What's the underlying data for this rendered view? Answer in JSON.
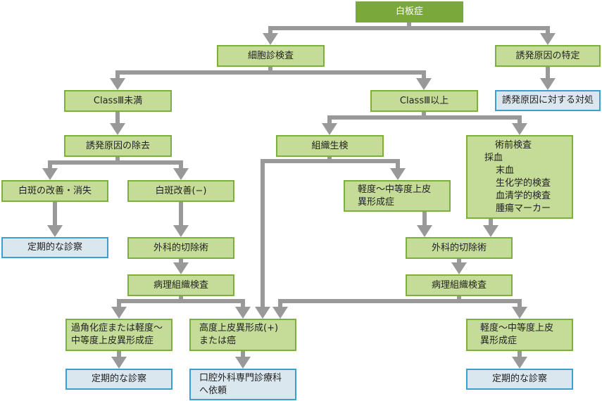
{
  "diagram": {
    "title": "白板症",
    "colors": {
      "root_fill": "#7aa83a",
      "step_fill": "#c5dc98",
      "step_border": "#7daf3c",
      "outcome_fill": "#dbe7ef",
      "outcome_border": "#3aa0cf",
      "connector": "#999999"
    },
    "nodes": {
      "root": "白板症",
      "cytology": "細胞診検査",
      "identify_cause": "誘発原因の特定",
      "treat_cause": "誘発原因に対する対処",
      "class_lt3": "ClassⅢ未満",
      "class_ge3": "ClassⅢ以上",
      "remove_cause": "誘発原因の除去",
      "biopsy": "組織生検",
      "preop": {
        "title": "術前検査",
        "lines": [
          "採血",
          "末血",
          "生化学的検査",
          "血清学的検査",
          "腫瘍マーカー"
        ]
      },
      "improved": "白斑の改善・消失",
      "not_improved": "白斑改善(−)",
      "periodic_1": "定期的な診察",
      "surgery_left": "外科的切除術",
      "pathology_left": "病理組織検査",
      "mild_dysplasia_mid": [
        "軽度〜中等度上皮",
        "異形成症"
      ],
      "surgery_right": "外科的切除術",
      "pathology_right": "病理組織検査",
      "hyperkeratosis": [
        "過角化症または軽度〜",
        "中等度上皮異形成症"
      ],
      "severe": [
        "高度上皮異形成(+)",
        "または癌"
      ],
      "mild_dysplasia_right": [
        "軽度〜中等度上皮",
        "異形成症"
      ],
      "periodic_2": "定期的な診察",
      "referral": [
        "口腔外科専門診療科",
        "へ依頼"
      ],
      "periodic_3": "定期的な診察"
    }
  }
}
